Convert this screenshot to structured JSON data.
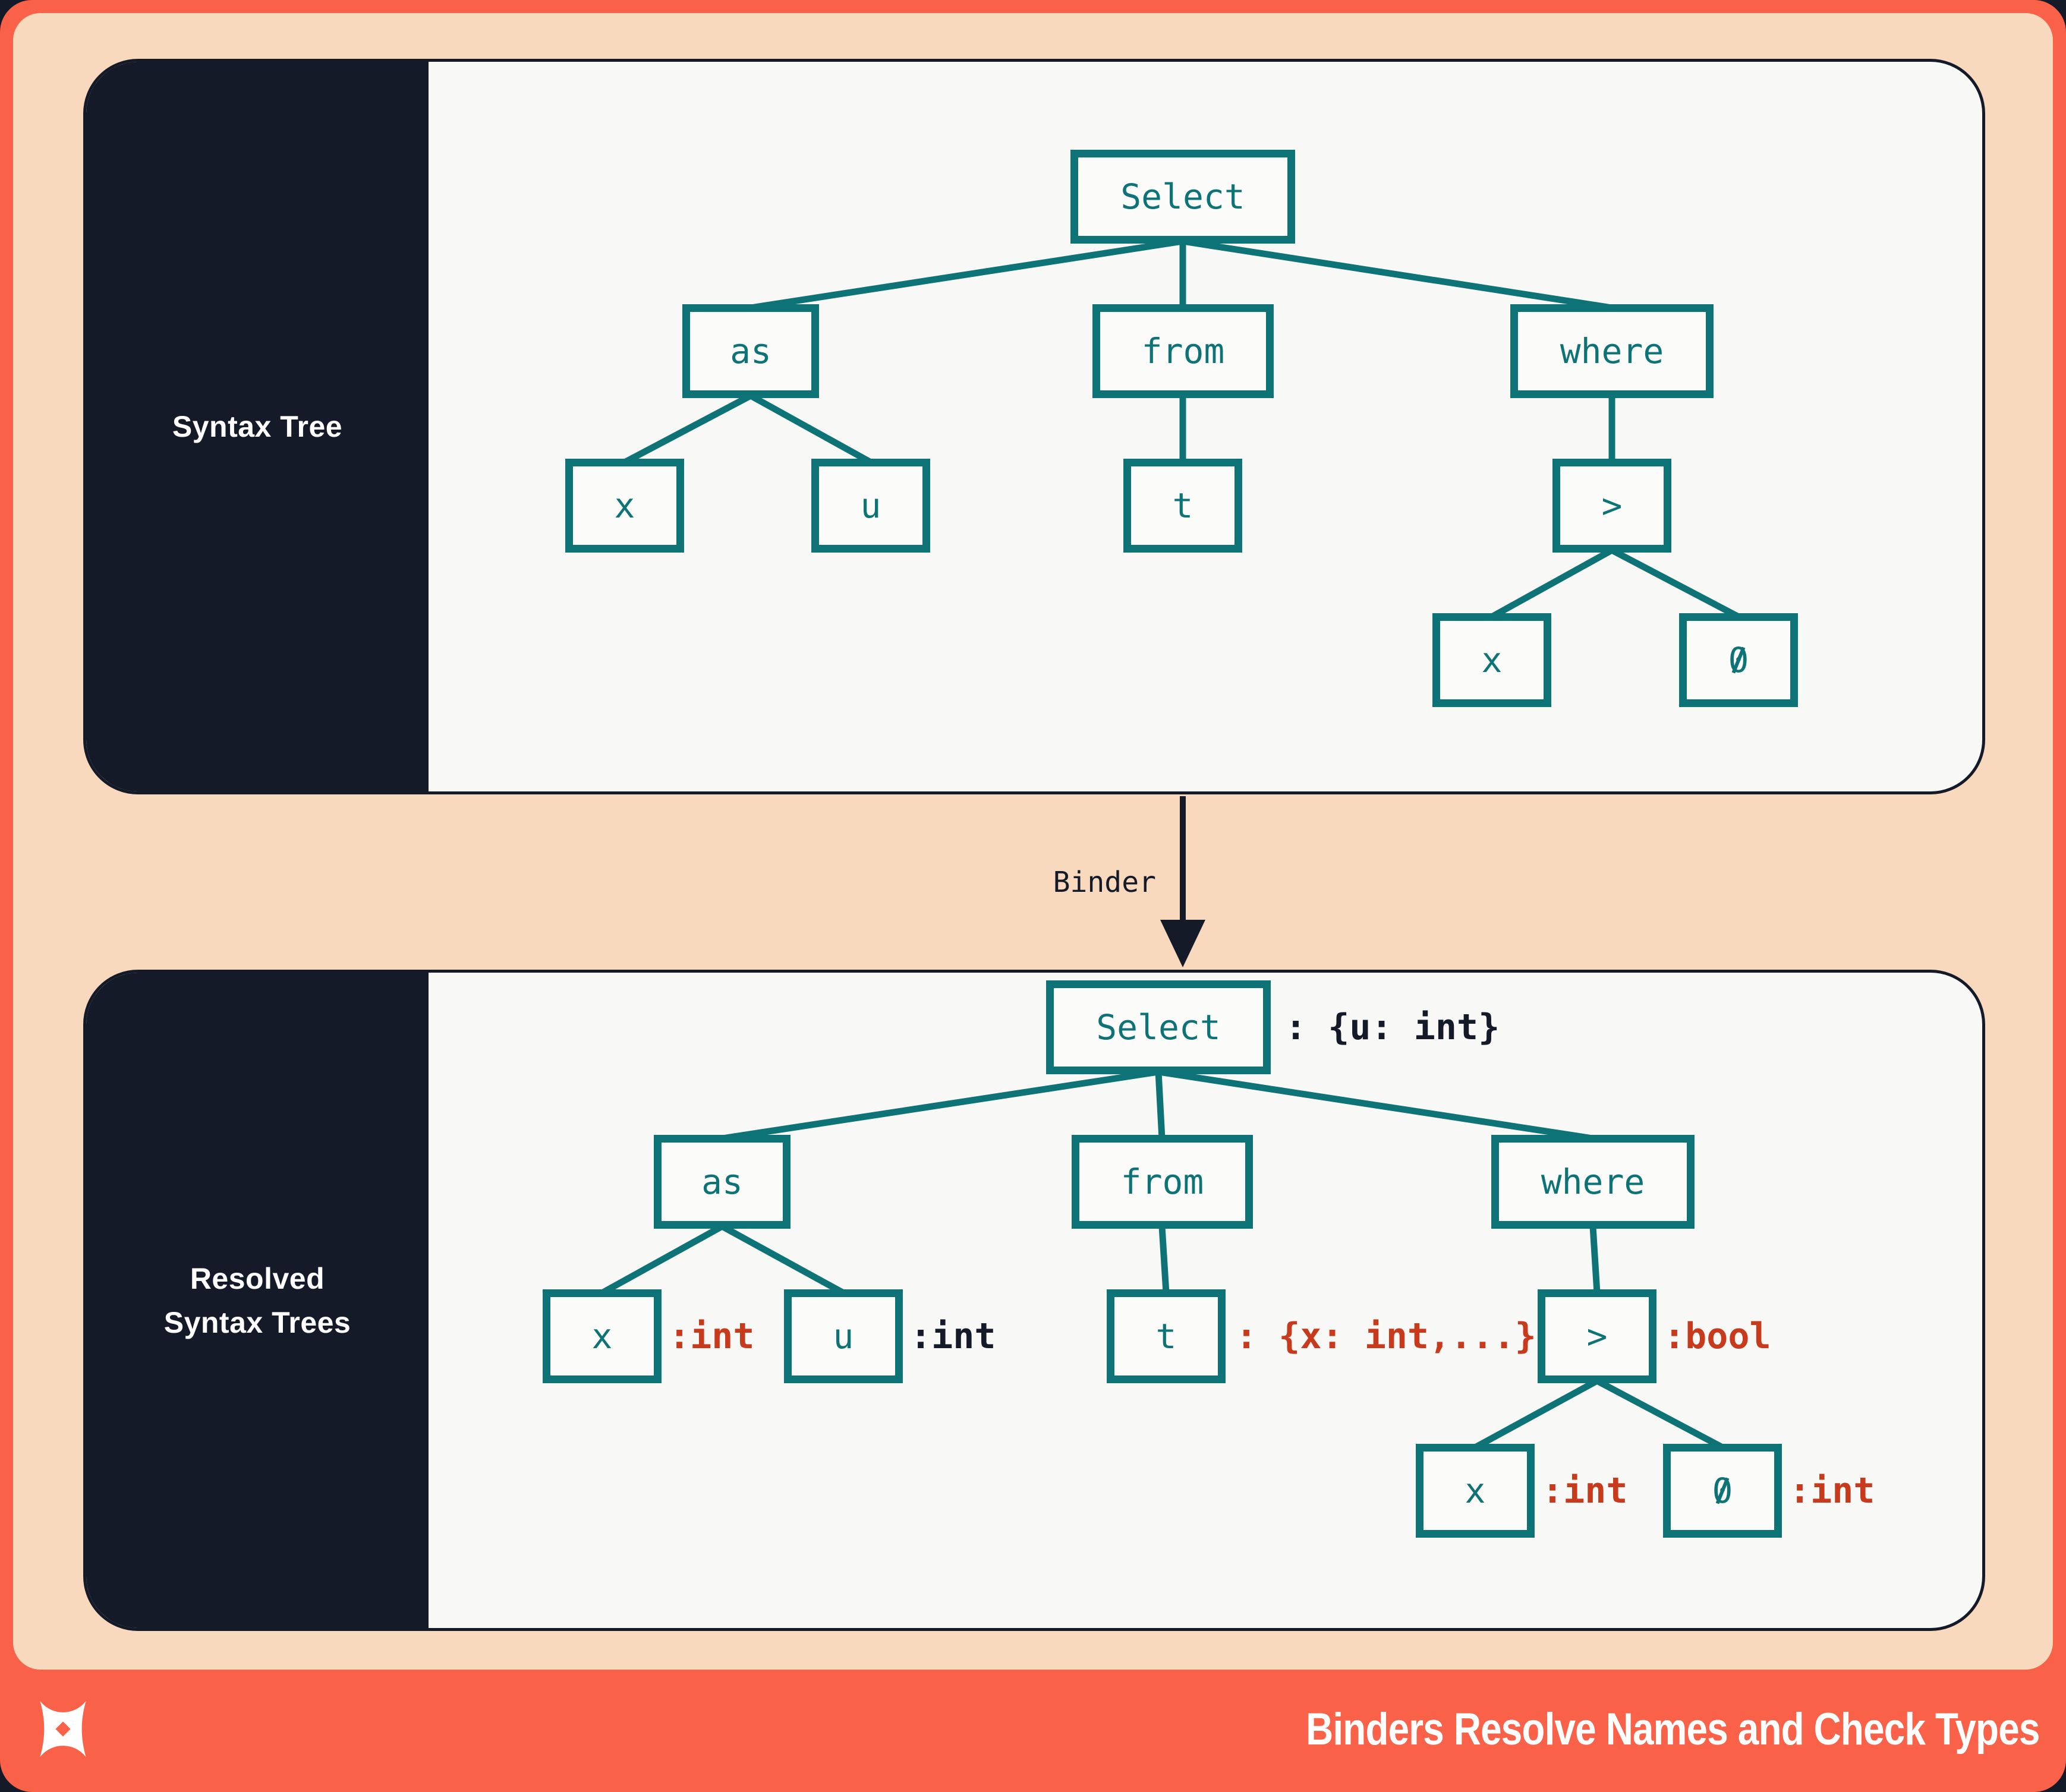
{
  "top_panel": {
    "sidebar_label": "Syntax Tree",
    "nodes": {
      "select": "Select",
      "as": "as",
      "from": "from",
      "where": "where",
      "x": "x",
      "u": "u",
      "t": "t",
      "gt": ">",
      "zero": "0"
    }
  },
  "binder_arrow": {
    "label": "Binder"
  },
  "bottom_panel": {
    "sidebar_label_line1": "Resolved",
    "sidebar_label_line2": "Syntax Trees",
    "nodes": {
      "select": "Select",
      "as": "as",
      "from": "from",
      "where": "where",
      "x": "x",
      "u": "u",
      "t": "t",
      "gt": ">",
      "zero": "0"
    },
    "annotations": {
      "select": ": {u: int}",
      "x": ":int",
      "u": ":int",
      "t": ": {x: int,...}",
      "gt": ":bool",
      "x_inner": ":int",
      "zero": ":int"
    }
  },
  "footer": {
    "title": "Binders Resolve Names and Check Types",
    "logo": "x-mark-logo"
  },
  "colors": {
    "frame_orange": "#F96248",
    "peach": "#F8D9BD",
    "panel_bg": "#F8F9F7",
    "navy": "#151A28",
    "teal": "#0E7376",
    "annotation_red": "#C73A1C",
    "white": "#FFFFFF"
  }
}
